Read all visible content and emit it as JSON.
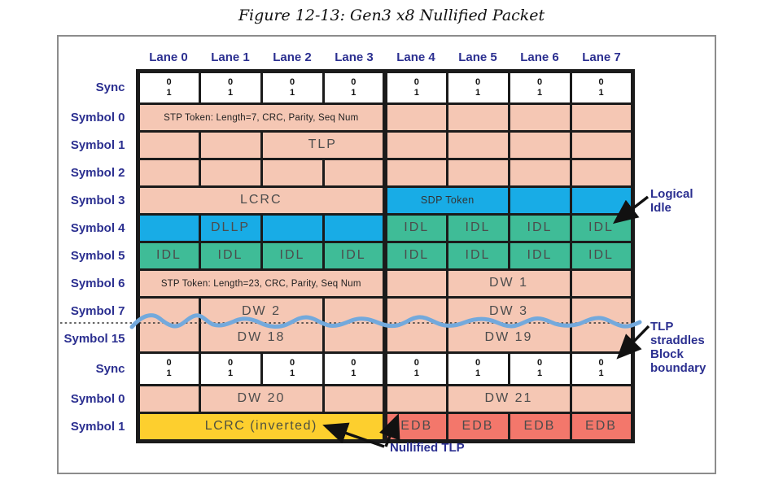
{
  "title": "Figure 12-13: Gen3 x8 Nullified Packet",
  "lanes": [
    "Lane 0",
    "Lane 1",
    "Lane 2",
    "Lane 3",
    "Lane 4",
    "Lane 5",
    "Lane 6",
    "Lane 7"
  ],
  "sync_bits": [
    "0",
    "1"
  ],
  "grid": {
    "rows": [
      {
        "label": "Sync",
        "kind": "sync"
      },
      {
        "label": "Symbol 0",
        "cells": [
          {
            "t": "STP Token: Length=7, CRC, Parity, Seq Num",
            "s": 4,
            "c": "pink",
            "f": "small"
          },
          {
            "c": "pink"
          },
          {
            "c": "pink"
          },
          {
            "c": "pink"
          },
          {
            "c": "pink"
          }
        ]
      },
      {
        "label": "Symbol 1",
        "cells": [
          {
            "c": "pink"
          },
          {
            "c": "pink"
          },
          {
            "t": "TLP",
            "s": 2,
            "c": "pink"
          },
          {
            "c": "pink"
          },
          {
            "c": "pink"
          },
          {
            "c": "pink"
          },
          {
            "c": "pink"
          }
        ]
      },
      {
        "label": "Symbol 2",
        "cells": [
          {
            "c": "pink"
          },
          {
            "c": "pink"
          },
          {
            "c": "pink"
          },
          {
            "c": "pink"
          },
          {
            "c": "pink"
          },
          {
            "c": "pink"
          },
          {
            "c": "pink"
          },
          {
            "c": "pink"
          }
        ]
      },
      {
        "label": "Symbol 3",
        "cells": [
          {
            "t": "LCRC",
            "s": 4,
            "c": "pink"
          },
          {
            "t": "SDP Token",
            "s": 2,
            "c": "cyan",
            "f": "sdp"
          },
          {
            "c": "cyan"
          },
          {
            "c": "cyan"
          }
        ]
      },
      {
        "label": "Symbol 4",
        "cells": [
          {
            "c": "cyan"
          },
          {
            "t": "DLLP",
            "c": "cyan"
          },
          {
            "c": "cyan"
          },
          {
            "c": "cyan"
          },
          {
            "t": "IDL",
            "c": "green"
          },
          {
            "t": "IDL",
            "c": "green"
          },
          {
            "t": "IDL",
            "c": "green"
          },
          {
            "t": "IDL",
            "c": "green"
          }
        ]
      },
      {
        "label": "Symbol 5",
        "cells": [
          {
            "t": "IDL",
            "c": "green"
          },
          {
            "t": "IDL",
            "c": "green"
          },
          {
            "t": "IDL",
            "c": "green"
          },
          {
            "t": "IDL",
            "c": "green"
          },
          {
            "t": "IDL",
            "c": "green"
          },
          {
            "t": "IDL",
            "c": "green"
          },
          {
            "t": "IDL",
            "c": "green"
          },
          {
            "t": "IDL",
            "c": "green"
          }
        ]
      },
      {
        "label": "Symbol 6",
        "cells": [
          {
            "t": "STP Token: Length=23, CRC, Parity, Seq Num",
            "s": 4,
            "c": "pink",
            "f": "small"
          },
          {
            "c": "pink"
          },
          {
            "t": "DW 1",
            "s": 2,
            "c": "pink"
          },
          {
            "c": "pink"
          }
        ]
      },
      {
        "label": "Symbol 7",
        "kind": "nobottom",
        "cells": [
          {
            "c": "pink"
          },
          {
            "t": "DW 2",
            "s": 2,
            "c": "pink"
          },
          {
            "c": "pink"
          },
          {
            "c": "pink"
          },
          {
            "t": "DW 3",
            "s": 2,
            "c": "pink"
          },
          {
            "c": "pink"
          }
        ]
      },
      {
        "label": "Symbol 15",
        "kind": "notop",
        "cells": [
          {
            "c": "pink"
          },
          {
            "t": "DW 18",
            "s": 2,
            "c": "pink"
          },
          {
            "c": "pink"
          },
          {
            "c": "pink"
          },
          {
            "t": "DW 19",
            "s": 2,
            "c": "pink"
          },
          {
            "c": "pink"
          }
        ]
      },
      {
        "label": "Sync",
        "kind": "sync"
      },
      {
        "label": "Symbol 0",
        "cells": [
          {
            "c": "pink"
          },
          {
            "t": "DW 20",
            "s": 2,
            "c": "pink"
          },
          {
            "c": "pink"
          },
          {
            "c": "pink"
          },
          {
            "t": "DW 21",
            "s": 2,
            "c": "pink"
          },
          {
            "c": "pink"
          }
        ]
      },
      {
        "label": "Symbol 1",
        "cells": [
          {
            "t": "LCRC (inverted)",
            "s": 4,
            "c": "yellow",
            "f": "inv"
          },
          {
            "t": "EDB",
            "c": "red"
          },
          {
            "t": "EDB",
            "c": "red"
          },
          {
            "t": "EDB",
            "c": "red"
          },
          {
            "t": "EDB",
            "c": "red"
          }
        ]
      }
    ]
  },
  "annotations": {
    "logical_idle": "Logical\nIdle",
    "tlp_straddles": "TLP\nstraddles\nBlock\nboundary",
    "nullified_tlp": "Nullified  TLP"
  },
  "colors": {
    "pink": "#F5C7B4",
    "cyan": "#18ACE6",
    "green": "#3FBC97",
    "yellow": "#FDCF2E",
    "red": "#F3776B",
    "white": "#FFFFFF",
    "label_navy": "#2B2F90",
    "wave_blue": "#73A9DC"
  }
}
